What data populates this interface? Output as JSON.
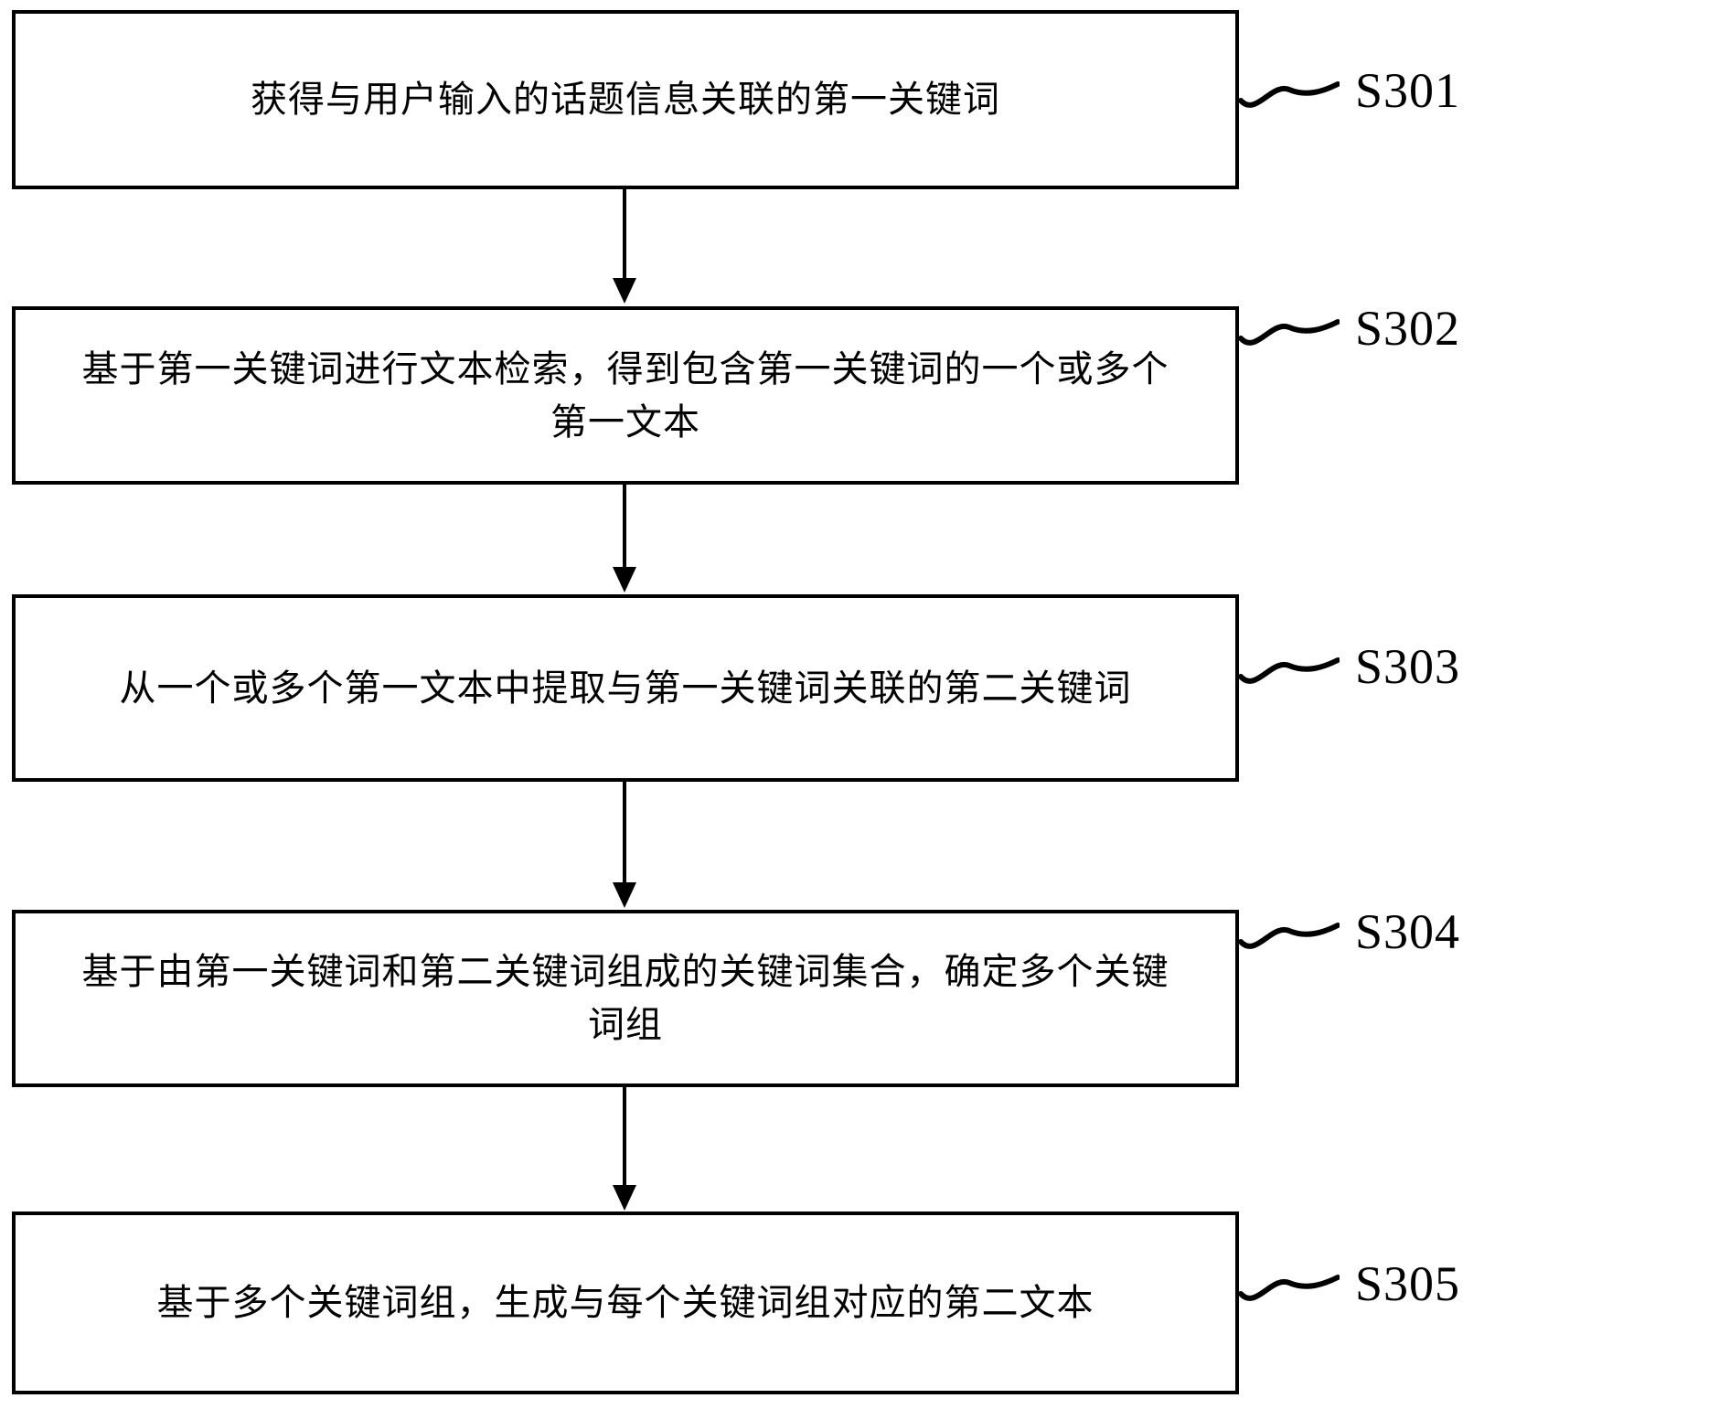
{
  "figure": {
    "type": "flowchart",
    "orientation": "vertical",
    "background_color": "#ffffff",
    "line_color": "#000000",
    "steps": [
      {
        "id": "S301",
        "label": "S301",
        "text": "获得与用户输入的话题信息关联的第一关键词"
      },
      {
        "id": "S302",
        "label": "S302",
        "text": "基于第一关键词进行文本检索，得到包含第一关键词的一个或多个第一文本"
      },
      {
        "id": "S303",
        "label": "S303",
        "text": "从一个或多个第一文本中提取与第一关键词关联的第二关键词"
      },
      {
        "id": "S304",
        "label": "S304",
        "text": "基于由第一关键词和第二关键词组成的关键词集合，确定多个关键词组"
      },
      {
        "id": "S305",
        "label": "S305",
        "text": "基于多个关键词组，生成与每个关键词组对应的第二文本"
      }
    ],
    "connectors": [
      {
        "from": "S301",
        "to": "S302",
        "style": "arrow-down"
      },
      {
        "from": "S302",
        "to": "S303",
        "style": "arrow-down"
      },
      {
        "from": "S303",
        "to": "S304",
        "style": "arrow-down"
      },
      {
        "from": "S304",
        "to": "S305",
        "style": "arrow-down"
      }
    ]
  }
}
